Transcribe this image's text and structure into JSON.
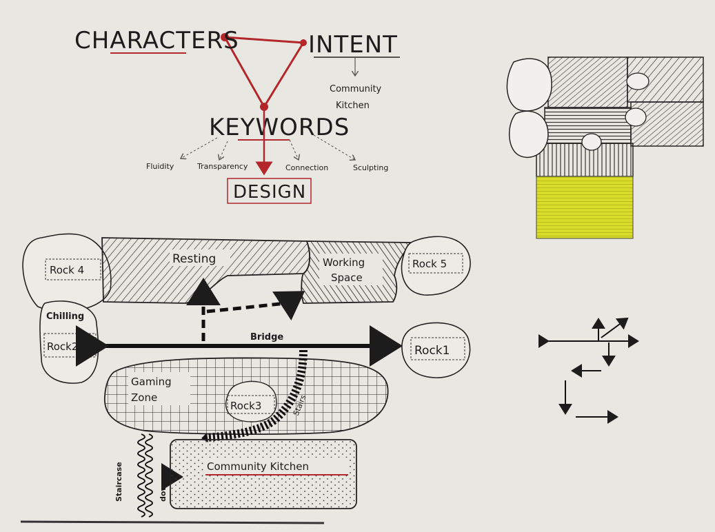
{
  "concept": {
    "characters": "CHARACTERS",
    "intent": "INTENT",
    "community_kitchen_line1": "Community",
    "community_kitchen_line2": "Kitchen",
    "keywords": "KEYWORDS",
    "keyword_items": [
      "Fluidity",
      "Transparency",
      "Connection",
      "Sculpting"
    ],
    "design": "DESIGN",
    "triangle_color": "#b3262a"
  },
  "plan": {
    "rock4": "Rock 4",
    "resting": "Resting",
    "working_line1": "Working",
    "working_line2": "Space",
    "rock5": "Rock 5",
    "chilling": "Chilling",
    "rock2": "Rock2",
    "bridge": "Bridge",
    "rock1": "Rock1",
    "gaming_line1": "Gaming",
    "gaming_line2": "Zone",
    "rock3": "Rock3",
    "stairs": "Stairs",
    "staircase_line1": "Staircase",
    "staircase_line2": "down",
    "community_kitchen": "Community Kitchen"
  },
  "colors": {
    "paper": "#e9e7e1",
    "ink": "#1c1c1c",
    "red": "#b3262a",
    "highlight_yellow": "#d8dc2a"
  }
}
